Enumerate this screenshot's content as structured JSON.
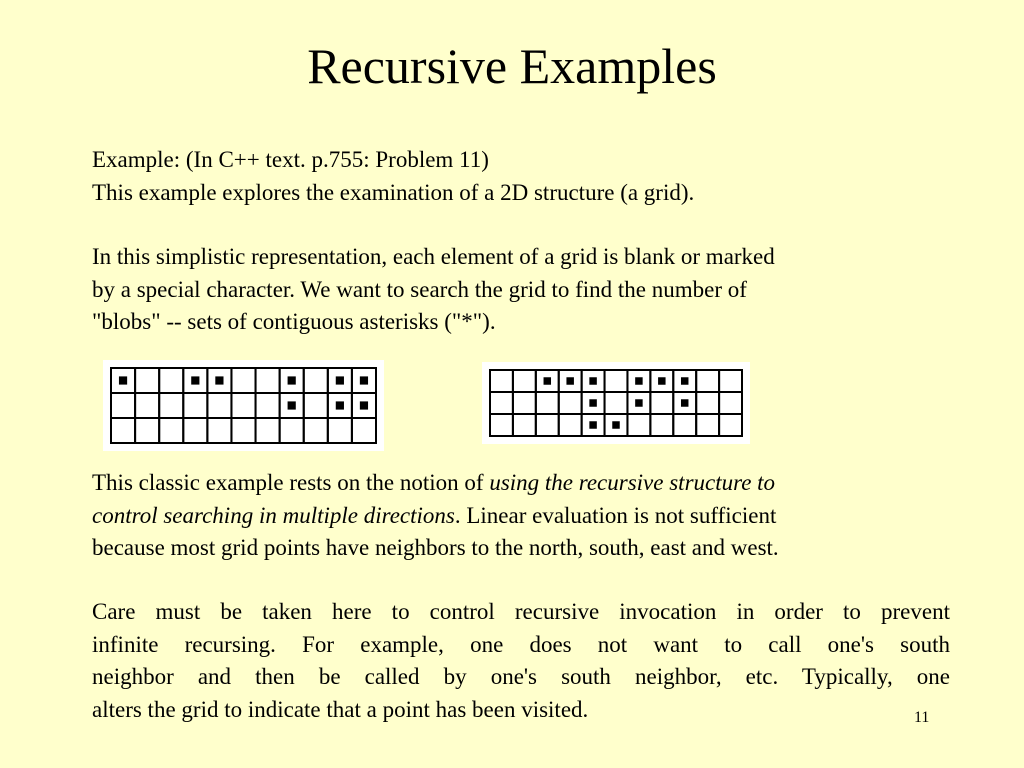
{
  "slide": {
    "title": "Recursive Examples",
    "page_number": "11"
  },
  "intro": {
    "line1": "Example:  (In C++ text. p.755: Problem 11)",
    "line2": "This example explores the examination of a 2D structure (a grid)."
  },
  "representation": {
    "line1": "In this simplistic representation, each element of a grid is blank or marked",
    "line2": "by a special character.   We want to search the grid to find the number of",
    "line3": "\"blobs\" -- sets of contiguous asterisks (\"*\")."
  },
  "classic": {
    "line1_prefix": "This classic example rests on the notion of ",
    "line1_italic": "using the recursive structure to",
    "line2_italic": "control searching in multiple directions",
    "line2_suffix": ".  Linear evaluation is not sufficient",
    "line3": "because most grid points have neighbors to the north, south, east and west."
  },
  "care": {
    "line1": "Care must be taken here to control recursive invocation in order to prevent",
    "line2": "infinite recursing.  For example, one does not want to call one's south",
    "line3": "neighbor and then be called by one's south neighbor, etc.  Typically, one",
    "line4": "alters the grid to indicate that a point has been visited."
  },
  "grids": {
    "left": {
      "rows": 3,
      "cols": 11,
      "marked": [
        [
          0,
          0
        ],
        [
          0,
          3
        ],
        [
          0,
          4
        ],
        [
          0,
          7
        ],
        [
          0,
          9
        ],
        [
          0,
          10
        ],
        [
          1,
          7
        ],
        [
          1,
          9
        ],
        [
          1,
          10
        ]
      ]
    },
    "right": {
      "rows": 3,
      "cols": 11,
      "marked": [
        [
          0,
          2
        ],
        [
          0,
          3
        ],
        [
          0,
          4
        ],
        [
          0,
          6
        ],
        [
          0,
          7
        ],
        [
          0,
          8
        ],
        [
          1,
          4
        ],
        [
          1,
          6
        ],
        [
          1,
          8
        ],
        [
          2,
          4
        ],
        [
          2,
          5
        ]
      ]
    }
  }
}
